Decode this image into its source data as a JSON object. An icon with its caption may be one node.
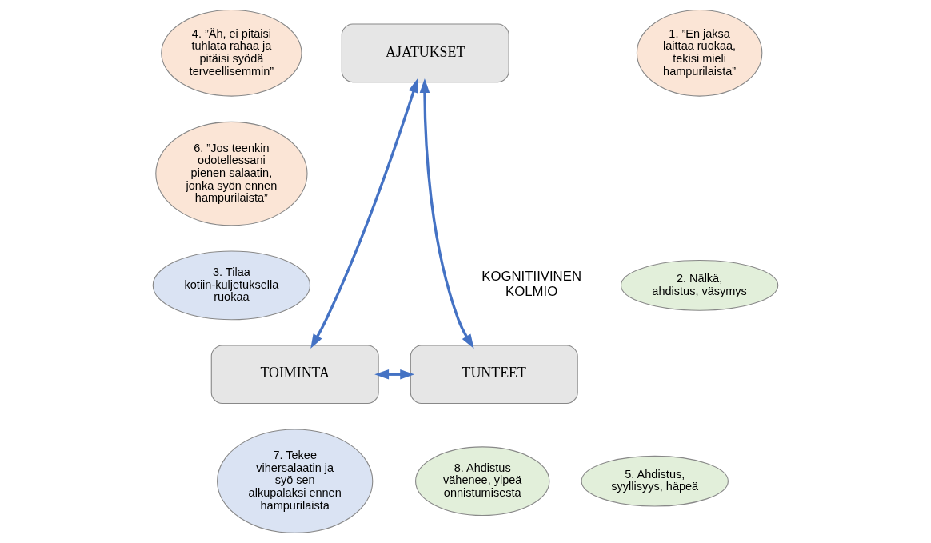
{
  "diagram": {
    "nodes": [
      {
        "text": [
          "4. ”Äh, ei pitäisi tuhlata rahaa ja pitäisi syödä terveellisemmin”"
        ]
      },
      {
        "text": [
          "AJATUKSET"
        ]
      },
      {
        "text": [
          "1. ”En jaksa laittaa ruokaa, tekisi mieli hampurilaista”"
        ]
      },
      {
        "text": [
          "6. ”Jos teenkin odotellessani pienen salaatin, jonka syön ennen hampurilaista”"
        ]
      },
      {
        "text": [
          "3. Tilaa kotiin-kuljetuksella ruokaa"
        ]
      },
      {
        "text": [
          "2. Nälkä, ahdistus, väsymys"
        ]
      },
      {
        "text": [
          "TOIMINTA"
        ]
      },
      {
        "text": [
          "TUNTEET"
        ]
      },
      {
        "text": [
          "7. Tekee vihersalaatin ja syö sen alkupalaksi ennen hampurilaista"
        ]
      },
      {
        "text": [
          "8. Ahdistus vähenee, ylpeä onnistumisesta"
        ]
      },
      {
        "text": [
          "5. Ahdistus, syyllisyys, häpeä"
        ]
      }
    ],
    "edges": [
      {
        "from": 1,
        "to": 6,
        "arrow": "both"
      },
      {
        "from": 1,
        "to": 7,
        "arrow": "both"
      },
      {
        "from": 6,
        "to": 7,
        "arrow": "both"
      }
    ],
    "labels": [
      "KOGNITIIVINEN KOLMIO"
    ]
  }
}
